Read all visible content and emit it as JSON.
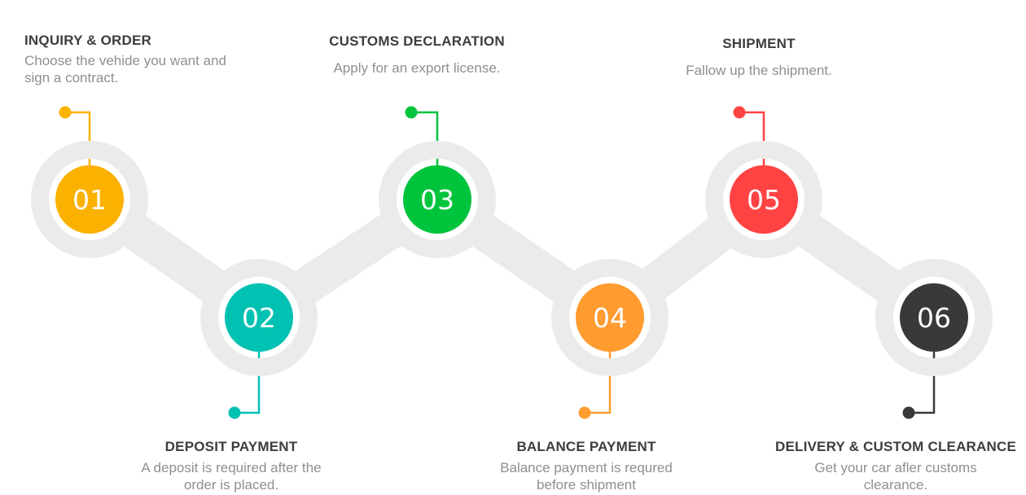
{
  "ring_color": "#ebebeb",
  "steps": [
    {
      "number": "01",
      "title": "INQUIRY & ORDER",
      "description": "Choose the vehide you want and sign a contract.",
      "color": "#fbb100",
      "position": "top"
    },
    {
      "number": "02",
      "title": "DEPOSIT PAYMENT",
      "description": "A deposit is required after the order is placed.",
      "color": "#00c1b2",
      "position": "bottom"
    },
    {
      "number": "03",
      "title": "CUSTOMS DECLARATION",
      "description": "Apply for an export license.",
      "color": "#00c43b",
      "position": "top"
    },
    {
      "number": "04",
      "title": "BALANCE PAYMENT",
      "description": "Balance payment is requred before shipment",
      "color": "#ff9b2f",
      "position": "bottom"
    },
    {
      "number": "05",
      "title": "SHIPMENT",
      "description": "Fallow up the shipment.",
      "color": "#ff4242",
      "position": "top"
    },
    {
      "number": "06",
      "title": "DELIVERY & CUSTOM CLEARANCE",
      "description": "Get your car afler customs clearance.",
      "color": "#3a3939",
      "position": "bottom"
    }
  ]
}
